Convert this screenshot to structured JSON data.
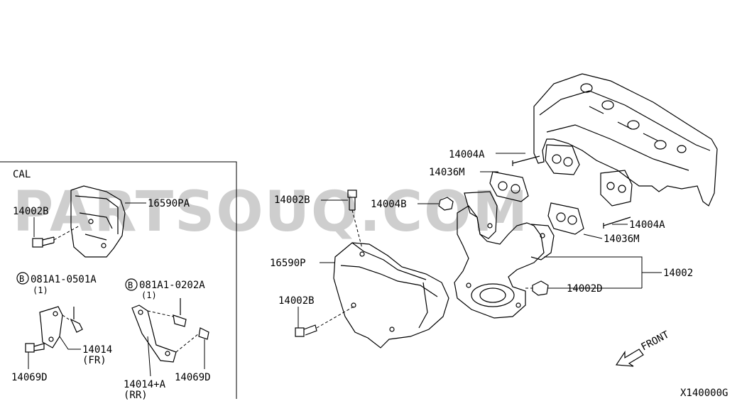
{
  "diagram": {
    "watermark": "PARTSOUQ.COM",
    "inset_title": "CAL",
    "labels": {
      "inset_14002B": "14002B",
      "inset_16590PA": "16590PA",
      "bolt_a": "081A1-0501A",
      "bolt_a_qty": "(1)",
      "bolt_b": "081A1-0202A",
      "bolt_b_qty": "(1)",
      "bracket_fr": "14014",
      "bracket_fr_pos": "(FR)",
      "inset_14069D_left": "14069D",
      "bracket_rr": "14014+A",
      "bracket_rr_pos": "(RR)",
      "inset_14069D_right": "14069D",
      "top_14002B": "14002B",
      "nut_14004B": "14004B",
      "gasket_14036M_top": "14036M",
      "stud_14004A_top": "14004A",
      "stud_14004A_right": "14004A",
      "gasket_14036M_right": "14036M",
      "cover_16590P": "16590P",
      "manifold_14002": "14002",
      "bolt_14002D": "14002D",
      "bottom_14002B": "14002B",
      "front": "FRONT",
      "figure_code": "X140000G"
    }
  }
}
